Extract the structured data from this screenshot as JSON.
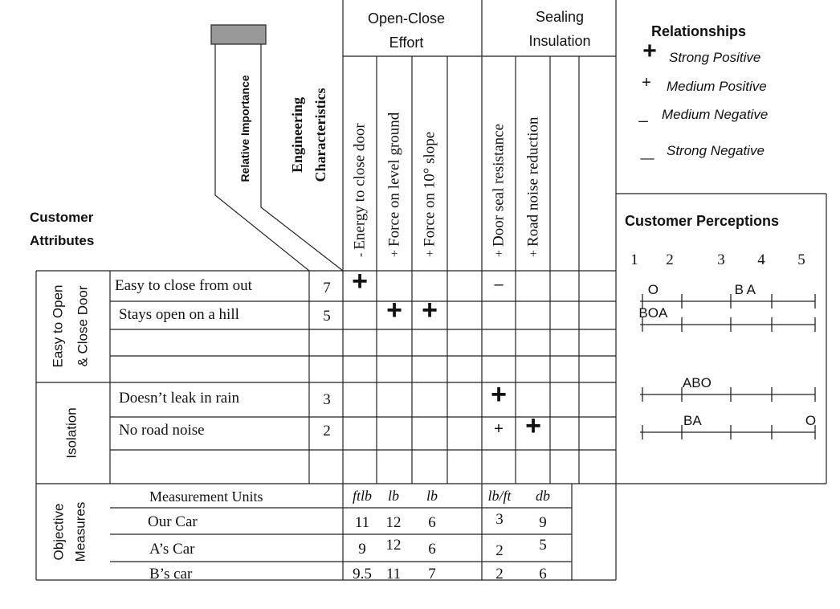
{
  "header": {
    "relative_importance": "Relative Importance",
    "engineering_line1": "Engineering",
    "engineering_line2": "Characteristics",
    "customer_attributes_line1": "Customer",
    "customer_attributes_line2": "Attributes",
    "group1_line1": "Open-Close",
    "group1_line2": "Effort",
    "group2_line1": "Sealing",
    "group2_line2": "Insulation"
  },
  "engineering_characteristics": [
    {
      "sign": "-",
      "label": "Energy to close door"
    },
    {
      "sign": "+",
      "label": "Force on level ground"
    },
    {
      "sign": "+",
      "label": "Force on 10° slope"
    },
    {
      "sign": "+",
      "label": "Door seal resistance"
    },
    {
      "sign": "+",
      "label": "Road noise reduction"
    }
  ],
  "legend": {
    "title": "Relationships",
    "items": [
      {
        "symbol": "+",
        "weight": "strong",
        "label": "Strong Positive"
      },
      {
        "symbol": "+",
        "weight": "medium",
        "label": "Medium Positive"
      },
      {
        "symbol": "_",
        "weight": "medium",
        "label": "Medium Negative"
      },
      {
        "symbol": "_",
        "weight": "strong",
        "label": "Strong Negative"
      }
    ]
  },
  "groups": [
    {
      "label_line1": "Easy to Open",
      "label_line2": "& Close Door"
    },
    {
      "label_line1": "Isolation",
      "label_line2": ""
    },
    {
      "label_line1": "Objective",
      "label_line2": "Measures"
    }
  ],
  "attributes": [
    {
      "name": "Easy to close from out",
      "importance": "7"
    },
    {
      "name": "Stays open on a hill",
      "importance": "5"
    },
    {
      "name": "Doesn’t leak in rain",
      "importance": "3"
    },
    {
      "name": "No road noise",
      "importance": "2"
    }
  ],
  "relationships": [
    {
      "attribute": 0,
      "characteristic": 0,
      "symbol": "+",
      "weight": "strong"
    },
    {
      "attribute": 0,
      "characteristic": 3,
      "symbol": "–",
      "weight": "medium"
    },
    {
      "attribute": 1,
      "characteristic": 1,
      "symbol": "+",
      "weight": "strong"
    },
    {
      "attribute": 1,
      "characteristic": 2,
      "symbol": "+",
      "weight": "strong"
    },
    {
      "attribute": 2,
      "characteristic": 3,
      "symbol": "+",
      "weight": "strong"
    },
    {
      "attribute": 3,
      "characteristic": 3,
      "symbol": "+",
      "weight": "medium"
    },
    {
      "attribute": 3,
      "characteristic": 4,
      "symbol": "+",
      "weight": "strong"
    }
  ],
  "perceptions": {
    "title": "Customer Perceptions",
    "scale": [
      "1",
      "2",
      "3",
      "4",
      "5"
    ],
    "rows": [
      {
        "attribute": 0,
        "marks": [
          {
            "text": "O",
            "score": 1.3
          },
          {
            "text": "B A",
            "score": 3.4
          }
        ]
      },
      {
        "attribute": 1,
        "marks": [
          {
            "text": "BOA",
            "score": 1.3
          }
        ]
      },
      {
        "attribute": 2,
        "marks": [
          {
            "text": "ABO",
            "score": 2.3
          }
        ]
      },
      {
        "attribute": 3,
        "marks": [
          {
            "text": "BA",
            "score": 2.2
          },
          {
            "text": "O",
            "score": 4.9
          }
        ]
      }
    ]
  },
  "measures": {
    "units_label": "Measurement Units",
    "units": [
      "ftlb",
      "lb",
      "lb",
      "lb/ft",
      "db"
    ],
    "rows": [
      {
        "name": "Our Car",
        "values": [
          "11",
          "12",
          "6",
          "3",
          "9"
        ]
      },
      {
        "name": "A’s Car",
        "values": [
          "9",
          "12",
          "6",
          "2",
          "5"
        ]
      },
      {
        "name": "B’s car",
        "values": [
          "9.5",
          "11",
          "7",
          "2",
          "6"
        ]
      }
    ]
  }
}
